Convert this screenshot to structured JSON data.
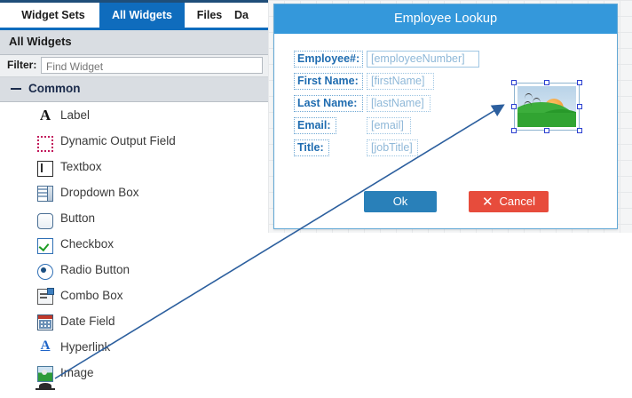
{
  "left_panel": {
    "tabs": [
      {
        "label": "Widget Sets",
        "active": false
      },
      {
        "label": "All Widgets",
        "active": true
      },
      {
        "label": "Files",
        "active": false
      },
      {
        "label": "Da",
        "active": false
      }
    ],
    "section_title": "All Widgets",
    "filter": {
      "label": "Filter:",
      "placeholder": "Find Widget",
      "value": ""
    },
    "group": {
      "label": "Common",
      "collapse_icon": "minus-icon",
      "expanded": true
    },
    "widgets": [
      {
        "label": "Label",
        "icon": "label-icon"
      },
      {
        "label": "Dynamic Output Field",
        "icon": "dynamic-output-field-icon"
      },
      {
        "label": "Textbox",
        "icon": "textbox-icon"
      },
      {
        "label": "Dropdown Box",
        "icon": "dropdown-box-icon"
      },
      {
        "label": "Button",
        "icon": "button-icon"
      },
      {
        "label": "Checkbox",
        "icon": "checkbox-icon"
      },
      {
        "label": "Radio Button",
        "icon": "radio-button-icon"
      },
      {
        "label": "Combo Box",
        "icon": "combo-box-icon"
      },
      {
        "label": "Date Field",
        "icon": "date-field-icon"
      },
      {
        "label": "Hyperlink",
        "icon": "hyperlink-icon"
      },
      {
        "label": "Image",
        "icon": "image-icon"
      }
    ]
  },
  "canvas": {
    "dialog": {
      "title": "Employee Lookup",
      "fields": [
        {
          "label": "Employee#:",
          "value": "[employeeNumber]"
        },
        {
          "label": "First Name:",
          "value": "[firstName]"
        },
        {
          "label": "Last Name:",
          "value": "[lastName]"
        },
        {
          "label": "Email:",
          "value": "[email]"
        },
        {
          "label": "Title:",
          "value": "[jobTitle]"
        }
      ],
      "ok_button": "Ok",
      "cancel_button": "Cancel",
      "cancel_icon": "x-icon",
      "image_widget": {
        "name": "image-widget",
        "selected": true,
        "handle_count": 8
      }
    }
  },
  "colors": {
    "tab_active": "#0f6cbd",
    "dialog_header": "#3498db",
    "ok_button": "#2980b9",
    "cancel_button": "#e74c3c",
    "field_label_text": "#1f6cb0",
    "field_value_text": "#8fb8d8",
    "selection_handle": "#2b3fd0",
    "annotation_arrow": "#2c5f9e"
  }
}
